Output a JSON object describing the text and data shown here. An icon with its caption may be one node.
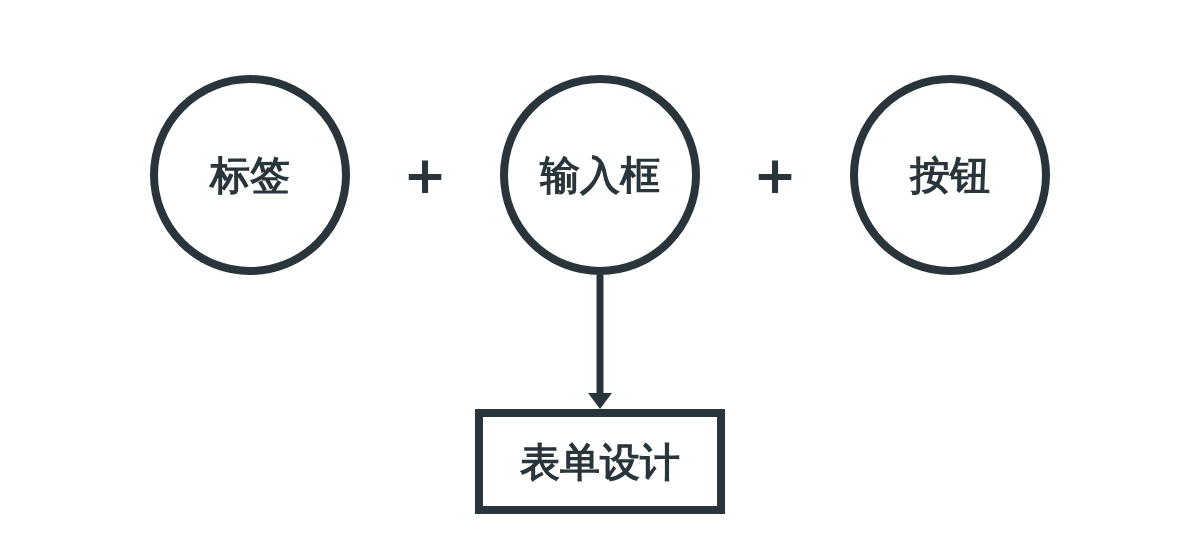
{
  "diagram": {
    "nodes": [
      {
        "text": [
          "标签"
        ]
      },
      {
        "text": [
          "输入框"
        ]
      },
      {
        "text": [
          "按钮"
        ]
      },
      {
        "text": [
          "表单设计"
        ]
      }
    ],
    "edges": [
      {
        "from": 1,
        "to": 3,
        "arrow": "to"
      }
    ],
    "labels": [
      "+",
      "+"
    ]
  }
}
